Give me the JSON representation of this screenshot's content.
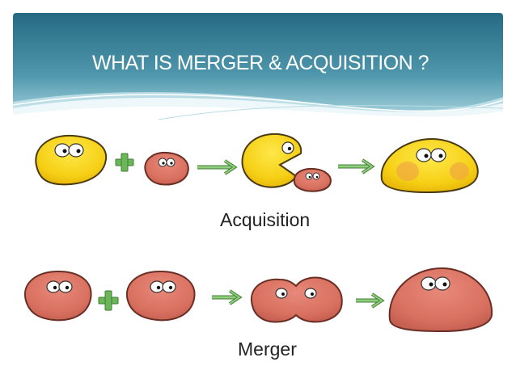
{
  "slide": {
    "title": "WHAT IS MERGER & ACQUISITION ?",
    "colors": {
      "header_dark": "#2a6f86",
      "header_light": "#a9d8e2",
      "yellow_blob": "#f6d21e",
      "red_blob": "#d9776a",
      "arrow_green": "#6cb65a"
    }
  },
  "diagram": {
    "acquisition_label": "Acquisition",
    "merger_label": "Merger"
  }
}
